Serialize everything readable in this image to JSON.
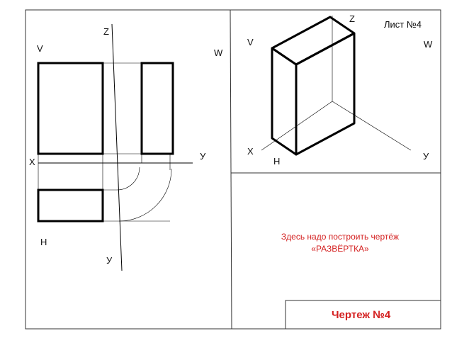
{
  "sheet_label": "Лист №4",
  "stamp_title": "Чертеж №4",
  "note_line1": "Здесь надо построить чертёж",
  "note_line2": "«РАЗВЁРТКА»",
  "left_view": {
    "axis_z": "Z",
    "axis_x": "X",
    "axis_y_right": "У",
    "axis_y_bottom": "У",
    "plane_v": "V",
    "plane_w": "W",
    "plane_h": "H"
  },
  "right_view": {
    "axis_z": "Z",
    "axis_x": "X",
    "axis_y": "У",
    "plane_v": "V",
    "plane_w": "W",
    "plane_h": "H"
  },
  "colors": {
    "accent": "#d42020",
    "line": "#000000"
  }
}
